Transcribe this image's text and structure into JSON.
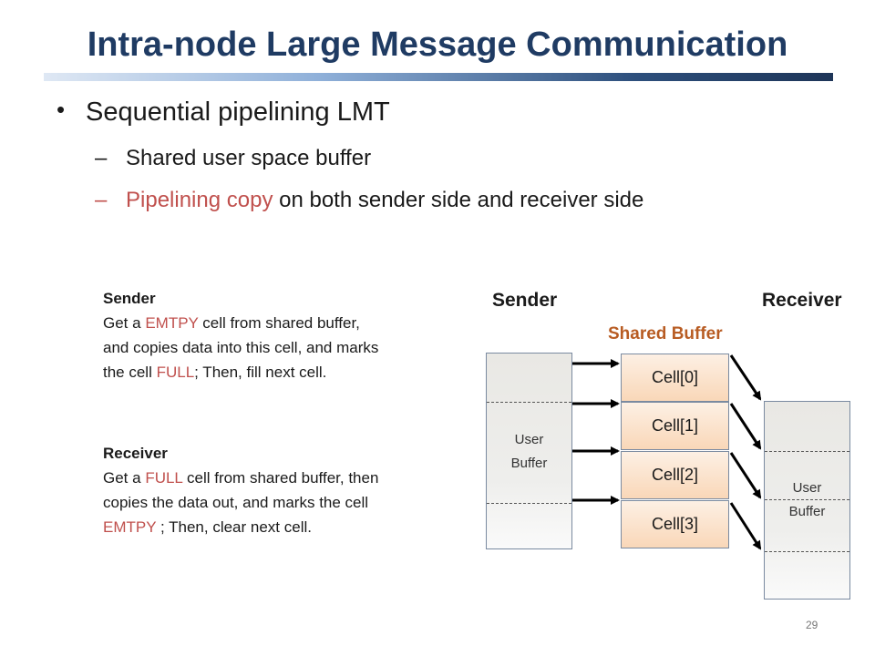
{
  "slide": {
    "title": "Intra-node Large Message Communication",
    "bullet": "Sequential pipelining LMT",
    "sub1": "Shared user space buffer",
    "sub2_highlight": "Pipelining copy",
    "sub2_rest": " on both sender side and receiver side",
    "page_number": "29"
  },
  "sender_desc": {
    "heading": "Sender",
    "l1_a": "Get a ",
    "l1_b": "EMTPY",
    "l1_c": " cell from shared buffer,",
    "l2": "and copies data into this cell, and marks",
    "l3_a": "the cell ",
    "l3_b": "FULL",
    "l3_c": "; Then, fill next cell."
  },
  "receiver_desc": {
    "heading": "Receiver",
    "l1_a": "Get a ",
    "l1_b": "FULL",
    "l1_c": " cell from shared buffer, then",
    "l2": "copies the data out, and marks the cell",
    "l3_a": "EMTPY",
    "l3_b": " ; Then, clear next cell."
  },
  "diagram": {
    "sender_label": "Sender",
    "receiver_label": "Receiver",
    "shared_buffer_label": "Shared Buffer",
    "user_buffer_line1": "User",
    "user_buffer_line2": "Buffer",
    "cells": [
      "Cell[0]",
      "Cell[1]",
      "Cell[2]",
      "Cell[3]"
    ]
  },
  "colors": {
    "title": "#1f3b63",
    "highlight_red": "#c0504d",
    "shared_buffer_label": "#b85c23",
    "cell_fill": "#f9d7b8"
  }
}
